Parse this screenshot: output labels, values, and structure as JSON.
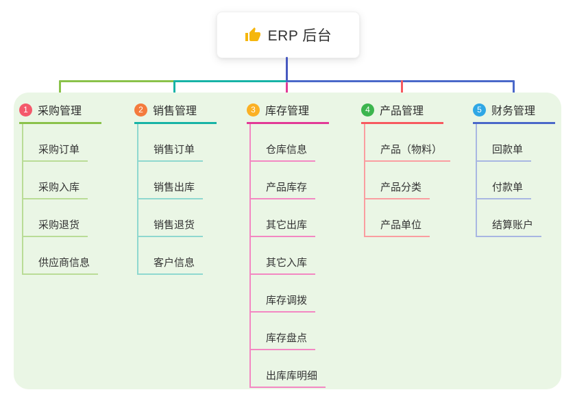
{
  "root": {
    "title": "ERP 后台",
    "icon": "thumbs-up-icon",
    "icon_color": "#f5b60d",
    "connector_color": "#4859c0"
  },
  "panel": {
    "background": "#eaf6e5"
  },
  "branches": [
    {
      "index": "1",
      "label": "采购管理",
      "badge_color": "#f4596b",
      "line_color": "#8ac24a",
      "child_line_color": "#b9dc96",
      "children": [
        "采购订单",
        "采购入库",
        "采购退货",
        "供应商信息"
      ]
    },
    {
      "index": "2",
      "label": "销售管理",
      "badge_color": "#f47b3d",
      "line_color": "#17b3a6",
      "child_line_color": "#8ed8cf",
      "children": [
        "销售订单",
        "销售出库",
        "销售退货",
        "客户信息"
      ]
    },
    {
      "index": "3",
      "label": "库存管理",
      "badge_color": "#fbb024",
      "line_color": "#e23a96",
      "child_line_color": "#f387c2",
      "children": [
        "仓库信息",
        "产品库存",
        "其它出库",
        "其它入库",
        "库存调拨",
        "库存盘点",
        "出库库明细"
      ]
    },
    {
      "index": "4",
      "label": "产品管理",
      "badge_color": "#3cb54e",
      "line_color": "#f7595f",
      "child_line_color": "#fa9da0",
      "children": [
        "产品（物料）",
        "产品分类",
        "产品单位"
      ]
    },
    {
      "index": "5",
      "label": "财务管理",
      "badge_color": "#2fa7e5",
      "line_color": "#4a68c9",
      "child_line_color": "#a8b6e2",
      "children": [
        "回款单",
        "付款单",
        "结算账户"
      ]
    }
  ]
}
